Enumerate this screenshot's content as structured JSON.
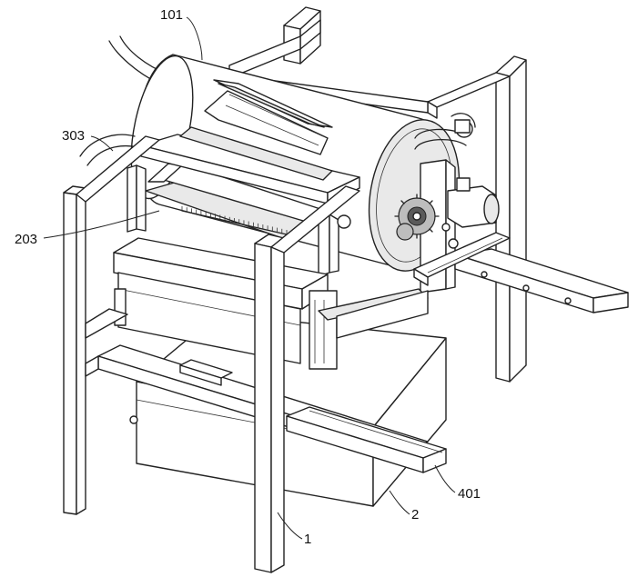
{
  "figure": {
    "reference_numerals": {
      "drum": "101",
      "pipe": "303",
      "blade": "203",
      "frame": "1",
      "tank": "2",
      "rail": "401"
    }
  }
}
